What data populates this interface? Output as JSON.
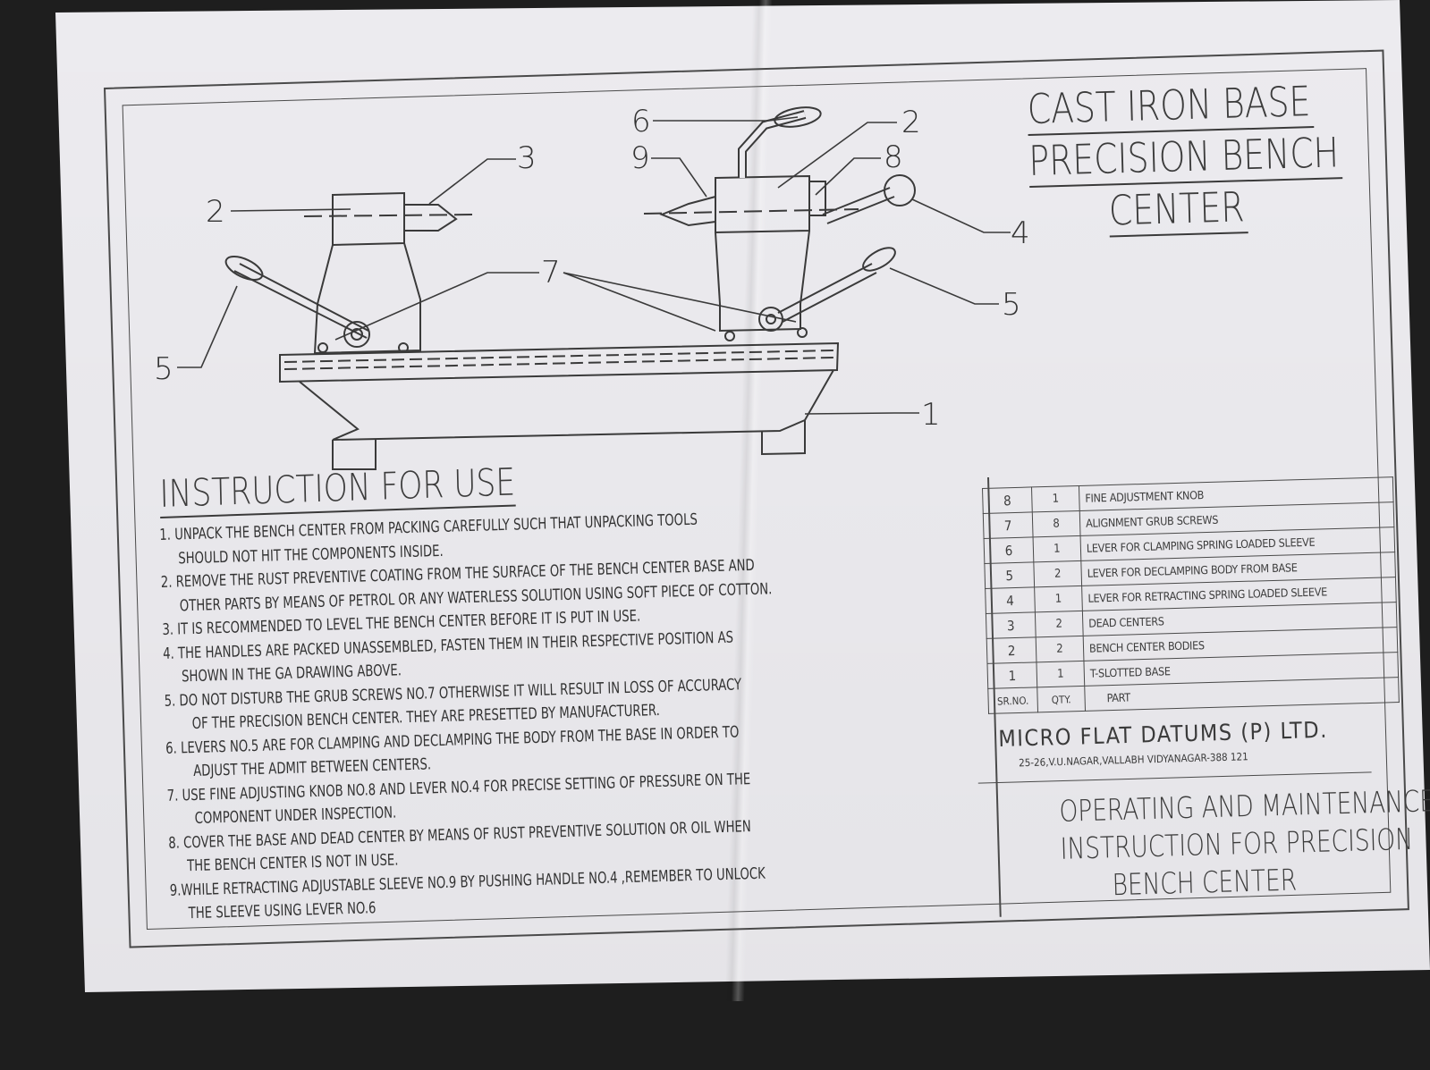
{
  "title": {
    "line1": "CAST IRON BASE",
    "line2": "PRECISION BENCH",
    "line3": "CENTER"
  },
  "diagram": {
    "callouts": [
      "1",
      "2",
      "2",
      "3",
      "4",
      "5",
      "5",
      "6",
      "7",
      "8",
      "9"
    ]
  },
  "instructions": {
    "heading": "INSTRUCTION FOR USE",
    "lines": [
      "1. UNPACK THE BENCH CENTER FROM PACKING CAREFULLY SUCH THAT UNPACKING TOOLS",
      "SHOULD NOT HIT THE COMPONENTS INSIDE.",
      "2. REMOVE THE RUST PREVENTIVE COATING FROM THE SURFACE OF THE BENCH CENTER BASE AND",
      "OTHER PARTS BY MEANS OF PETROL OR ANY WATERLESS SOLUTION USING SOFT PIECE OF COTTON.",
      "3. IT IS RECOMMENDED TO LEVEL THE BENCH CENTER BEFORE IT IS PUT IN USE.",
      "4. THE HANDLES ARE PACKED UNASSEMBLED, FASTEN THEM IN THEIR RESPECTIVE POSITION AS",
      "SHOWN IN THE GA DRAWING ABOVE.",
      "5. DO NOT DISTURB THE GRUB SCREWS NO.7 OTHERWISE IT WILL RESULT IN LOSS OF ACCURACY",
      "OF THE PRECISION BENCH CENTER. THEY ARE PRESETTED BY MANUFACTURER.",
      "6. LEVERS NO.5 ARE FOR CLAMPING AND DECLAMPING THE BODY FROM THE BASE IN ORDER TO",
      "ADJUST THE ADMIT BETWEEN CENTERS.",
      "7. USE FINE ADJUSTING KNOB NO.8 AND LEVER NO.4 FOR PRECISE SETTING OF PRESSURE ON THE",
      "COMPONENT UNDER INSPECTION.",
      "8. COVER THE BASE AND DEAD CENTER BY MEANS OF RUST PREVENTIVE SOLUTION OR OIL WHEN",
      "THE BENCH CENTER IS NOT IN USE.",
      "9.WHILE RETRACTING ADJUSTABLE SLEEVE NO.9 BY PUSHING HANDLE NO.4 ,REMEMBER TO UNLOCK",
      "THE SLEEVE USING LEVER NO.6"
    ]
  },
  "parts_table": {
    "header": {
      "sr": "SR.NO.",
      "qty": "QTY.",
      "part": "PART"
    },
    "rows": [
      {
        "sr": "8",
        "qty": "1",
        "part": "FINE ADJUSTMENT KNOB"
      },
      {
        "sr": "7",
        "qty": "8",
        "part": "ALIGNMENT GRUB SCREWS"
      },
      {
        "sr": "6",
        "qty": "1",
        "part": "LEVER FOR CLAMPING SPRING LOADED SLEEVE"
      },
      {
        "sr": "5",
        "qty": "2",
        "part": "LEVER FOR DECLAMPING BODY FROM BASE"
      },
      {
        "sr": "4",
        "qty": "1",
        "part": "LEVER FOR RETRACTING SPRING LOADED SLEEVE"
      },
      {
        "sr": "3",
        "qty": "2",
        "part": "DEAD CENTERS"
      },
      {
        "sr": "2",
        "qty": "2",
        "part": "BENCH CENTER BODIES"
      },
      {
        "sr": "1",
        "qty": "1",
        "part": "T-SLOTTED BASE"
      }
    ]
  },
  "company": {
    "name": "MICRO FLAT DATUMS (P) LTD.",
    "address": "25-26,V.U.NAGAR,VALLABH VIDYANAGAR-388 121"
  },
  "doc_title": {
    "line1": "OPERATING AND MAINTENANCE",
    "line2": "INSTRUCTION FOR PRECISION",
    "line3": "BENCH CENTER"
  }
}
